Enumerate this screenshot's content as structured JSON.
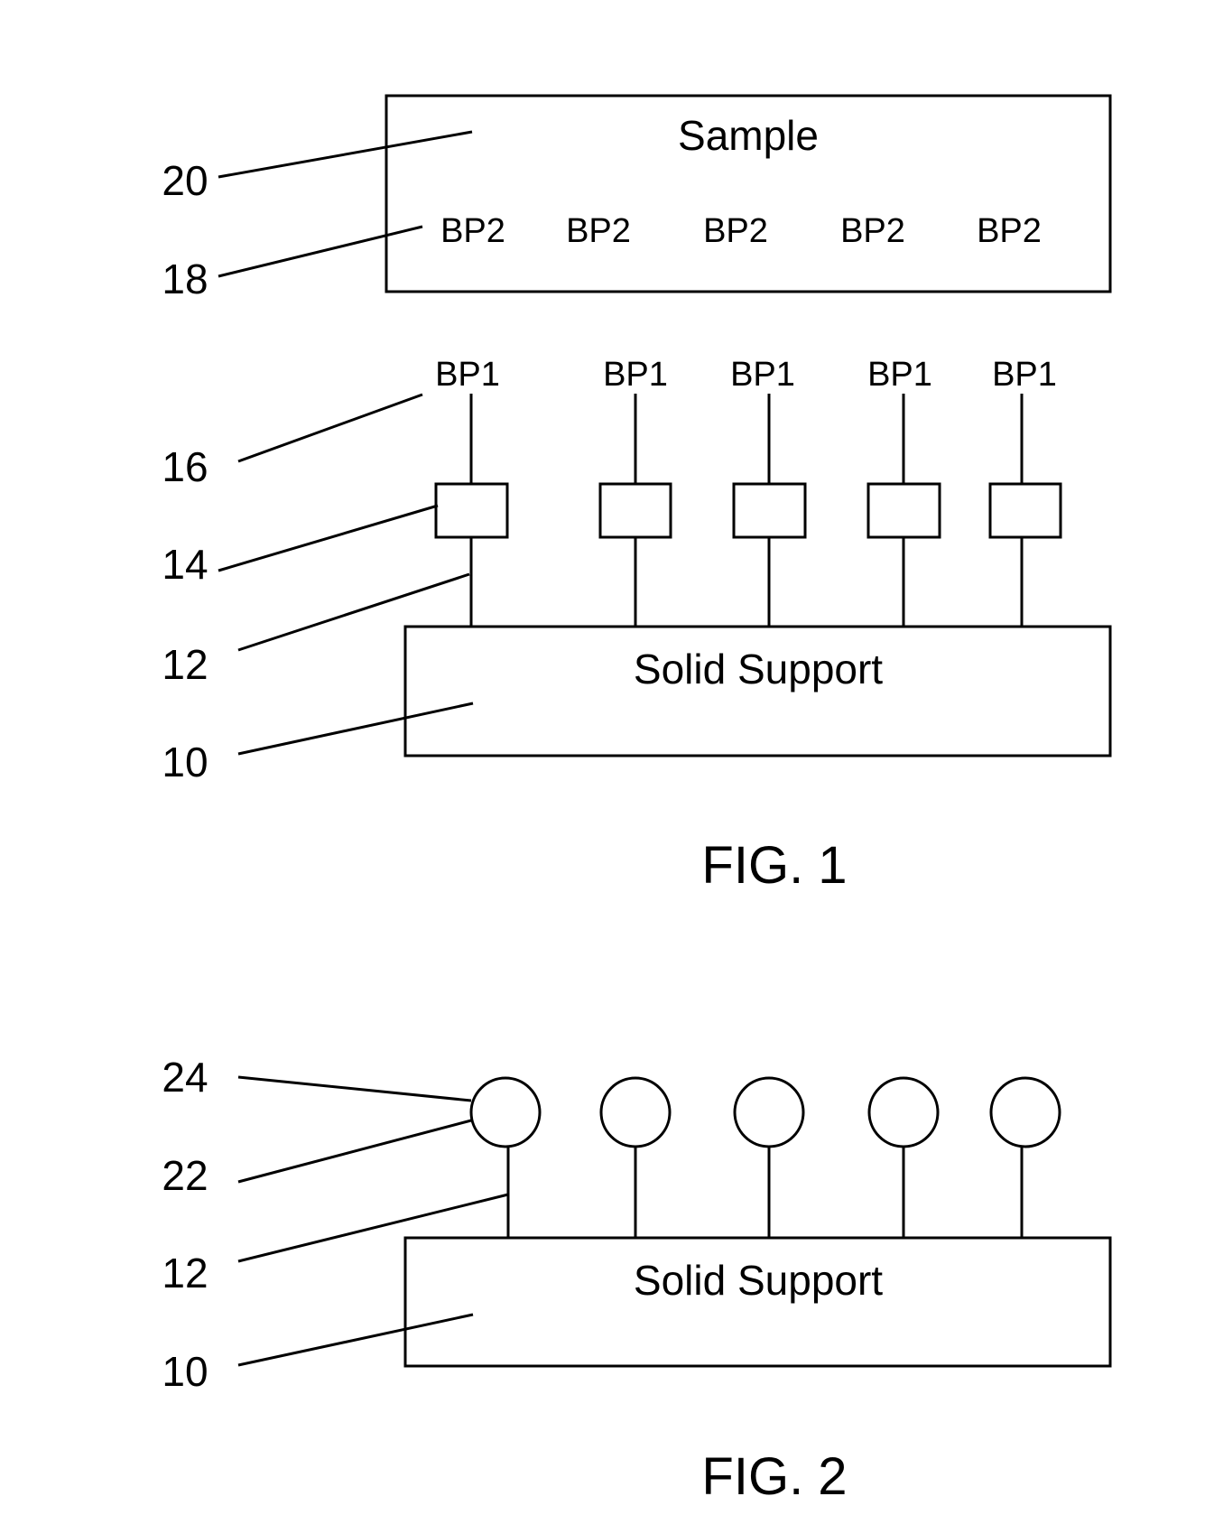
{
  "figure1": {
    "caption": "FIG. 1",
    "sample_label": "Sample",
    "bp2_labels": [
      "BP2",
      "BP2",
      "BP2",
      "BP2",
      "BP2"
    ],
    "bp1_labels": [
      "BP1",
      "BP1",
      "BP1",
      "BP1",
      "BP1"
    ],
    "solid_support_label": "Solid Support",
    "reference_numerals": [
      "20",
      "18",
      "16",
      "14",
      "12",
      "10"
    ]
  },
  "figure2": {
    "caption": "FIG. 2",
    "solid_support_label": "Solid Support",
    "reference_numerals": [
      "24",
      "22",
      "12",
      "10"
    ]
  }
}
